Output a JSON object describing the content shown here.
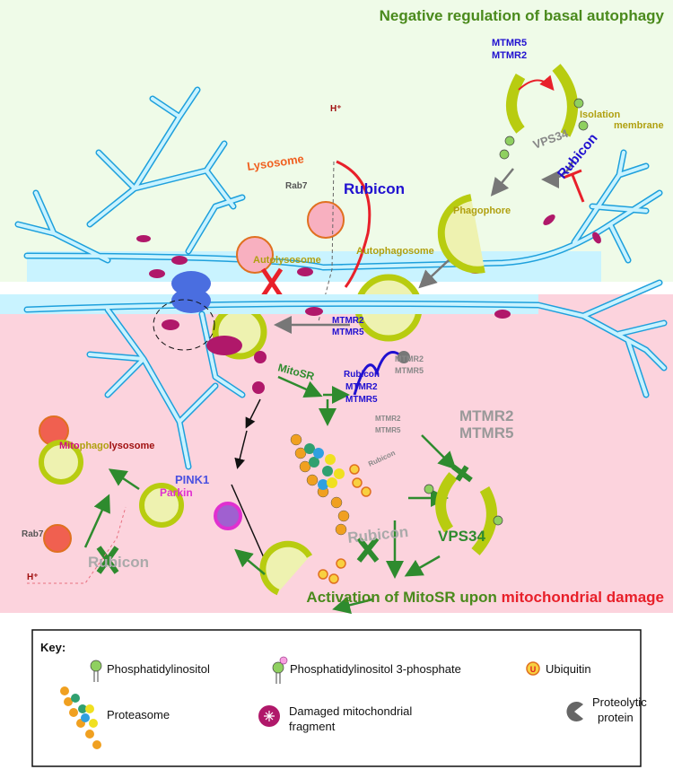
{
  "top_panel": {
    "title": "Negative regulation of basal autophagy",
    "mtmr5": "MTMR5",
    "mtmr2": "MTMR2",
    "isolation": "Isolation",
    "membrane": "membrane",
    "vps34": "VPS34",
    "rubicon_right": "Rubicon",
    "h_plus": "H⁺",
    "lysosome": "Lysosome",
    "rab7": "Rab7",
    "rubicon_center": "Rubicon",
    "phagophore": "Phagophore",
    "autophagosome": "Autophagosome",
    "autolysosome": "Autolysosome"
  },
  "bottom_panel": {
    "title_part1": "Activation of MitoSR upon ",
    "title_part2": "mitochondrial damage",
    "mtmr2_top": "MTMR2",
    "mtmr5_top": "MTMR5",
    "mitosr": "MitoSR",
    "mtmr2_gray": "MTMR2",
    "mtmr5_gray": "MTMR5",
    "rubicon_blue": "Rubicon",
    "mtmr2_blue": "MTMR2",
    "mtmr5_blue": "MTMR5",
    "mtmr2_large": "MTMR2",
    "mtmr5_large": "MTMR5",
    "mtmr2_small": "MTMR2",
    "mtmr5_small": "MTMR5",
    "rubicon_small": "Rubicon",
    "pink1": "PINK1",
    "parkin": "Parkin",
    "mitophagolysosome": [
      "Mito",
      "phago",
      "lysosome"
    ],
    "vps34": "VPS34",
    "rubicon_center": "Rubicon",
    "rab7": "Rab7",
    "rubicon_left": "Rubicon",
    "h_plus": "H⁺"
  },
  "key": {
    "title": "Key:",
    "items": [
      {
        "label": "Phosphatidylinositol",
        "icon": "phosphatidylinositol-icon"
      },
      {
        "label": "Phosphatidylinositol 3-phosphate",
        "icon": "pi3p-icon"
      },
      {
        "label": "Ubiquitin",
        "icon": "ubiquitin-icon"
      },
      {
        "label": "Proteasome",
        "icon": "proteasome-icon"
      },
      {
        "label_line1": "Damaged mitochondrial",
        "label_line2": "fragment",
        "icon": "damaged-mito-icon"
      },
      {
        "label_line1": "Proteolytic",
        "label_line2": "protein",
        "icon": "proteolytic-protein-icon"
      }
    ]
  },
  "colors": {
    "top_bg": "#effbe8",
    "bottom_bg": "#fcd3dd",
    "green_title": "#4a8a1c",
    "red": "#e8202a",
    "blue_label": "#2010d0",
    "olive_label": "#b0a010",
    "neuron": "#1ea0dc"
  }
}
